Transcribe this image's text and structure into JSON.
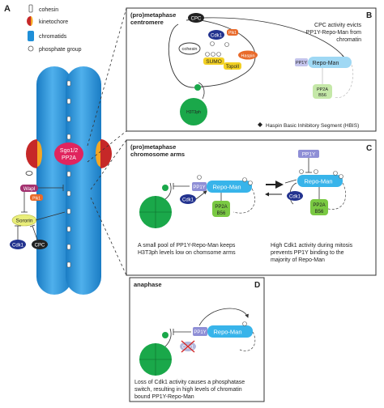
{
  "colors": {
    "chromatid": "#1f8fd8",
    "chromatid_light": "#5cb8f0",
    "kinetochore_red": "#c62828",
    "kinetochore_orange": "#f5a623",
    "sgo_pp2a": "#e0245e",
    "cdk1": "#23338f",
    "cpc": "#222222",
    "wapl": "#a3316f",
    "haspin": "#e86a2a",
    "sumo_topoii": "#f2d024",
    "sororin": "#e9ee7a",
    "repoman": "#38b4ea",
    "pp1y": "#8f8fd6",
    "pp2a_b56": "#7ac943",
    "nucleosome": "#1aa84a"
  },
  "panel_a": {
    "letter": "A",
    "legend": {
      "cohesin": "cohesin",
      "kinetochore": "kinetochore",
      "chromatids": "chromatids",
      "phosphate": "phosphate group"
    },
    "sgo_label_1": "Sgo1/2",
    "sgo_label_2": "PP2A",
    "wapl": "Wapl",
    "pk1": "Plk1",
    "sororin": "Sororin",
    "cdk1": "Cdk1",
    "cpc": "CPC"
  },
  "panel_b": {
    "letter": "B",
    "title_1": "(pro)metaphase",
    "title_2": "centromere",
    "note_1": "CPC activity evicts",
    "note_2": "PP1Y-Repo-Man from",
    "note_3": "chromatin",
    "cpc": "CPC",
    "cdk1": "Cdk1",
    "plk1": "Plk1",
    "cohesin": "cohesin",
    "sumo": "SUMO",
    "haspin": "Haspin",
    "topoii": "TopoII",
    "pp1y": "PP1Y",
    "repoman": "Repo-Man",
    "pp2a": "PP2A",
    "b56": "B56",
    "h3t3ph": "H3T3ph",
    "footnote": "Haspin Basic Inhibitory Segment (HBIS)"
  },
  "panel_c": {
    "letter": "C",
    "title_1": "(pro)metaphase",
    "title_2": "chromosome arms",
    "pp1y": "PP1Y",
    "repoman": "Repo-Man",
    "cdk1": "Cdk1",
    "pp2a": "PP2A",
    "b56": "B56",
    "left_1": "A small pool of  PP1Y-Repo-Man keeps",
    "left_2": "H3T3ph levels low on chomsome arms",
    "right_1": "High Cdk1 activity during mitosis",
    "right_2": "prevents PP1Y binding to the",
    "right_3": "majority of Repo-Man"
  },
  "panel_d": {
    "letter": "D",
    "title": "anaphase",
    "pp1y": "PP1Y",
    "repoman": "Repo-Man",
    "cdk1": "Cdk1",
    "caption_1": "Loss of Cdk1 activity causes a phosphatase",
    "caption_2": "switch, resulting in high levels of chromatin",
    "caption_3": "bound PP1Y-Repo-Man"
  }
}
